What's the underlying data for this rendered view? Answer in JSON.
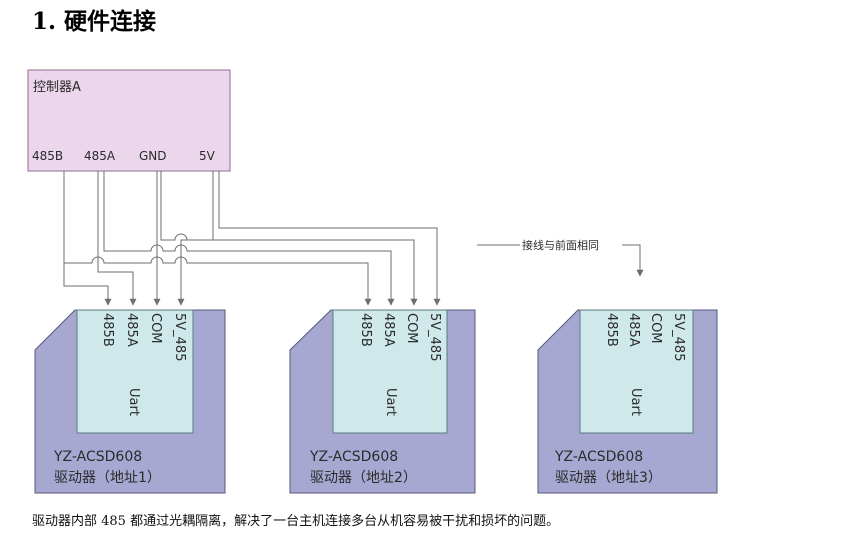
{
  "heading": "1. 硬件连接",
  "controller": {
    "title": "控制器A",
    "pins": [
      "485B",
      "485A",
      "GND",
      "5V"
    ]
  },
  "note": "接线与前面相同",
  "drivers": [
    {
      "model": "YZ-ACSD608",
      "name": "驱动器（地址1）",
      "pins": [
        "485B",
        "485A",
        "COM",
        "5V_485"
      ],
      "port": "Uart"
    },
    {
      "model": "YZ-ACSD608",
      "name": "驱动器（地址2）",
      "pins": [
        "485B",
        "485A",
        "COM",
        "5V_485"
      ],
      "port": "Uart"
    },
    {
      "model": "YZ-ACSD608",
      "name": "驱动器（地址3）",
      "pins": [
        "485B",
        "485A",
        "COM",
        "5V_485"
      ],
      "port": "Uart"
    }
  ],
  "caption": "驱动器内部 485 都通过光耦隔离，解决了一台主机连接多台从机容易被干扰和损坏的问题。",
  "colors": {
    "controller_fill": "#ecd6ec",
    "controller_border": "#8c6e8c",
    "driver_fill": "#a6a8d2",
    "driver_border": "#58587e",
    "port_fill": "#cfe8ea",
    "port_border": "#5a7c80",
    "wire": "#6e6e6e"
  }
}
